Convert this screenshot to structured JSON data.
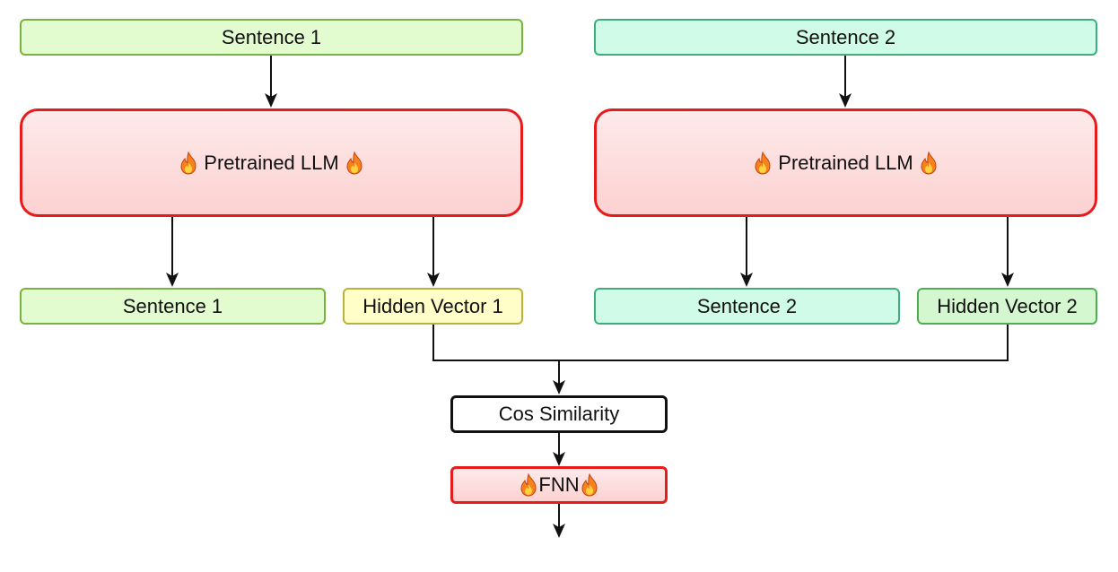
{
  "nodes": {
    "sentence1_input": "Sentence 1",
    "sentence2_input": "Sentence 2",
    "llm_left": "Pretrained LLM",
    "llm_right": "Pretrained LLM",
    "sentence1_output": "Sentence 1",
    "hidden_vector1": "Hidden Vector 1",
    "sentence2_output": "Sentence 2",
    "hidden_vector2": "Hidden Vector 2",
    "cos_similarity": "Cos Similarity",
    "fnn": "FNN"
  },
  "icons": {
    "trainable_marker": "fire-icon"
  },
  "colors": {
    "llm_border": "#e61b1b",
    "edge": "#111111"
  }
}
